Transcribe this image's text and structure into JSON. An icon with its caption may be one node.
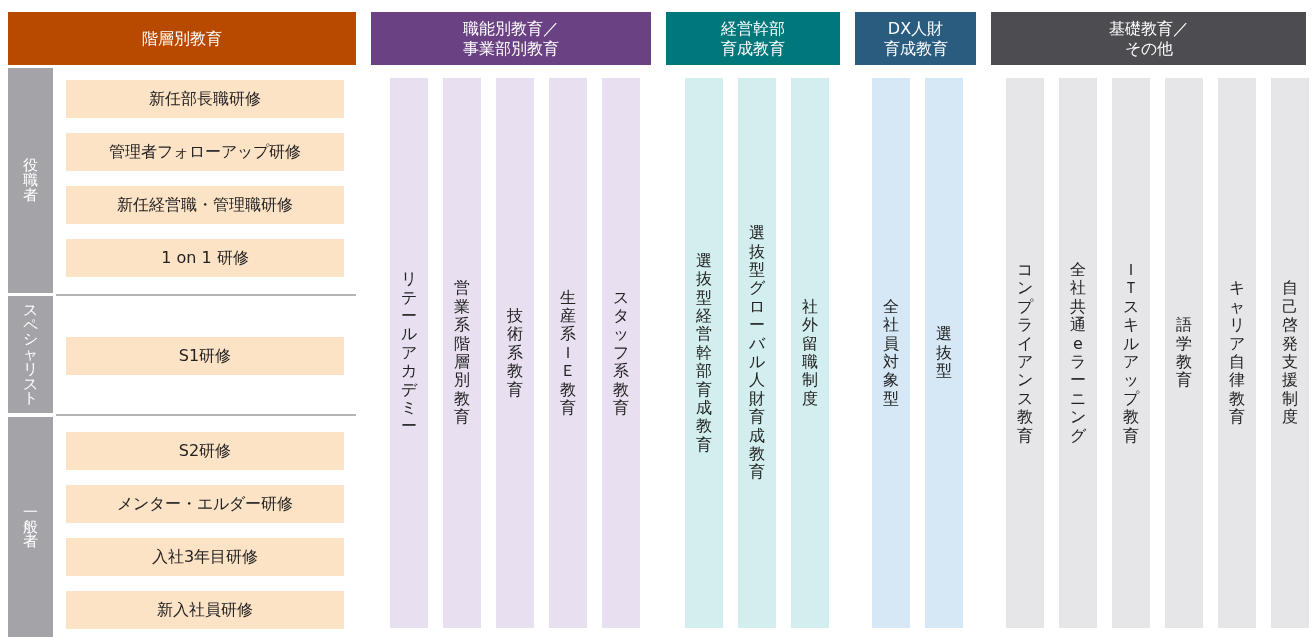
{
  "diagram": {
    "nodes": [
      {
        "text": [
          "階層別教育"
        ]
      },
      {
        "text": [
          "職能別教育／事業部別教育"
        ]
      },
      {
        "text": [
          "経営幹部育成教育"
        ]
      },
      {
        "text": [
          "DX人財育成教育"
        ]
      },
      {
        "text": [
          "基礎教育／その他"
        ]
      },
      {
        "text": [
          "役職者"
        ]
      },
      {
        "text": [
          "新任部長職研修"
        ]
      },
      {
        "text": [
          "管理者フォローアップ研修"
        ]
      },
      {
        "text": [
          "新任経営職・管理職研修"
        ]
      },
      {
        "text": [
          "1 on 1 研修"
        ]
      },
      {
        "text": [
          "スペシャリスト"
        ]
      },
      {
        "text": [
          "S1研修"
        ]
      },
      {
        "text": [
          "一般者"
        ]
      },
      {
        "text": [
          "S2研修"
        ]
      },
      {
        "text": [
          "メンター・エルダー研修"
        ]
      },
      {
        "text": [
          "入社3年目研修"
        ]
      },
      {
        "text": [
          "新入社員研修"
        ]
      },
      {
        "text": [
          "リテールアカデミー"
        ]
      },
      {
        "text": [
          "営業系階層別教育"
        ]
      },
      {
        "text": [
          "技術系教育"
        ]
      },
      {
        "text": [
          "生産系ＩＥ教育"
        ]
      },
      {
        "text": [
          "スタッフ系教育"
        ]
      },
      {
        "text": [
          "選抜型経営幹部育成教育"
        ]
      },
      {
        "text": [
          "選抜型グローバル人財育成教育"
        ]
      },
      {
        "text": [
          "社外留職制度"
        ]
      },
      {
        "text": [
          "全社員対象型"
        ]
      },
      {
        "text": [
          "選抜型"
        ]
      },
      {
        "text": [
          "コンプライアンス教育"
        ]
      },
      {
        "text": [
          "全社共通eラーニング"
        ]
      },
      {
        "text": [
          "ＩＴスキルアップ教育"
        ]
      },
      {
        "text": [
          "語学教育"
        ]
      },
      {
        "text": [
          "キャリア自律教育"
        ]
      },
      {
        "text": [
          "自己啓発支援制度"
        ]
      }
    ]
  }
}
